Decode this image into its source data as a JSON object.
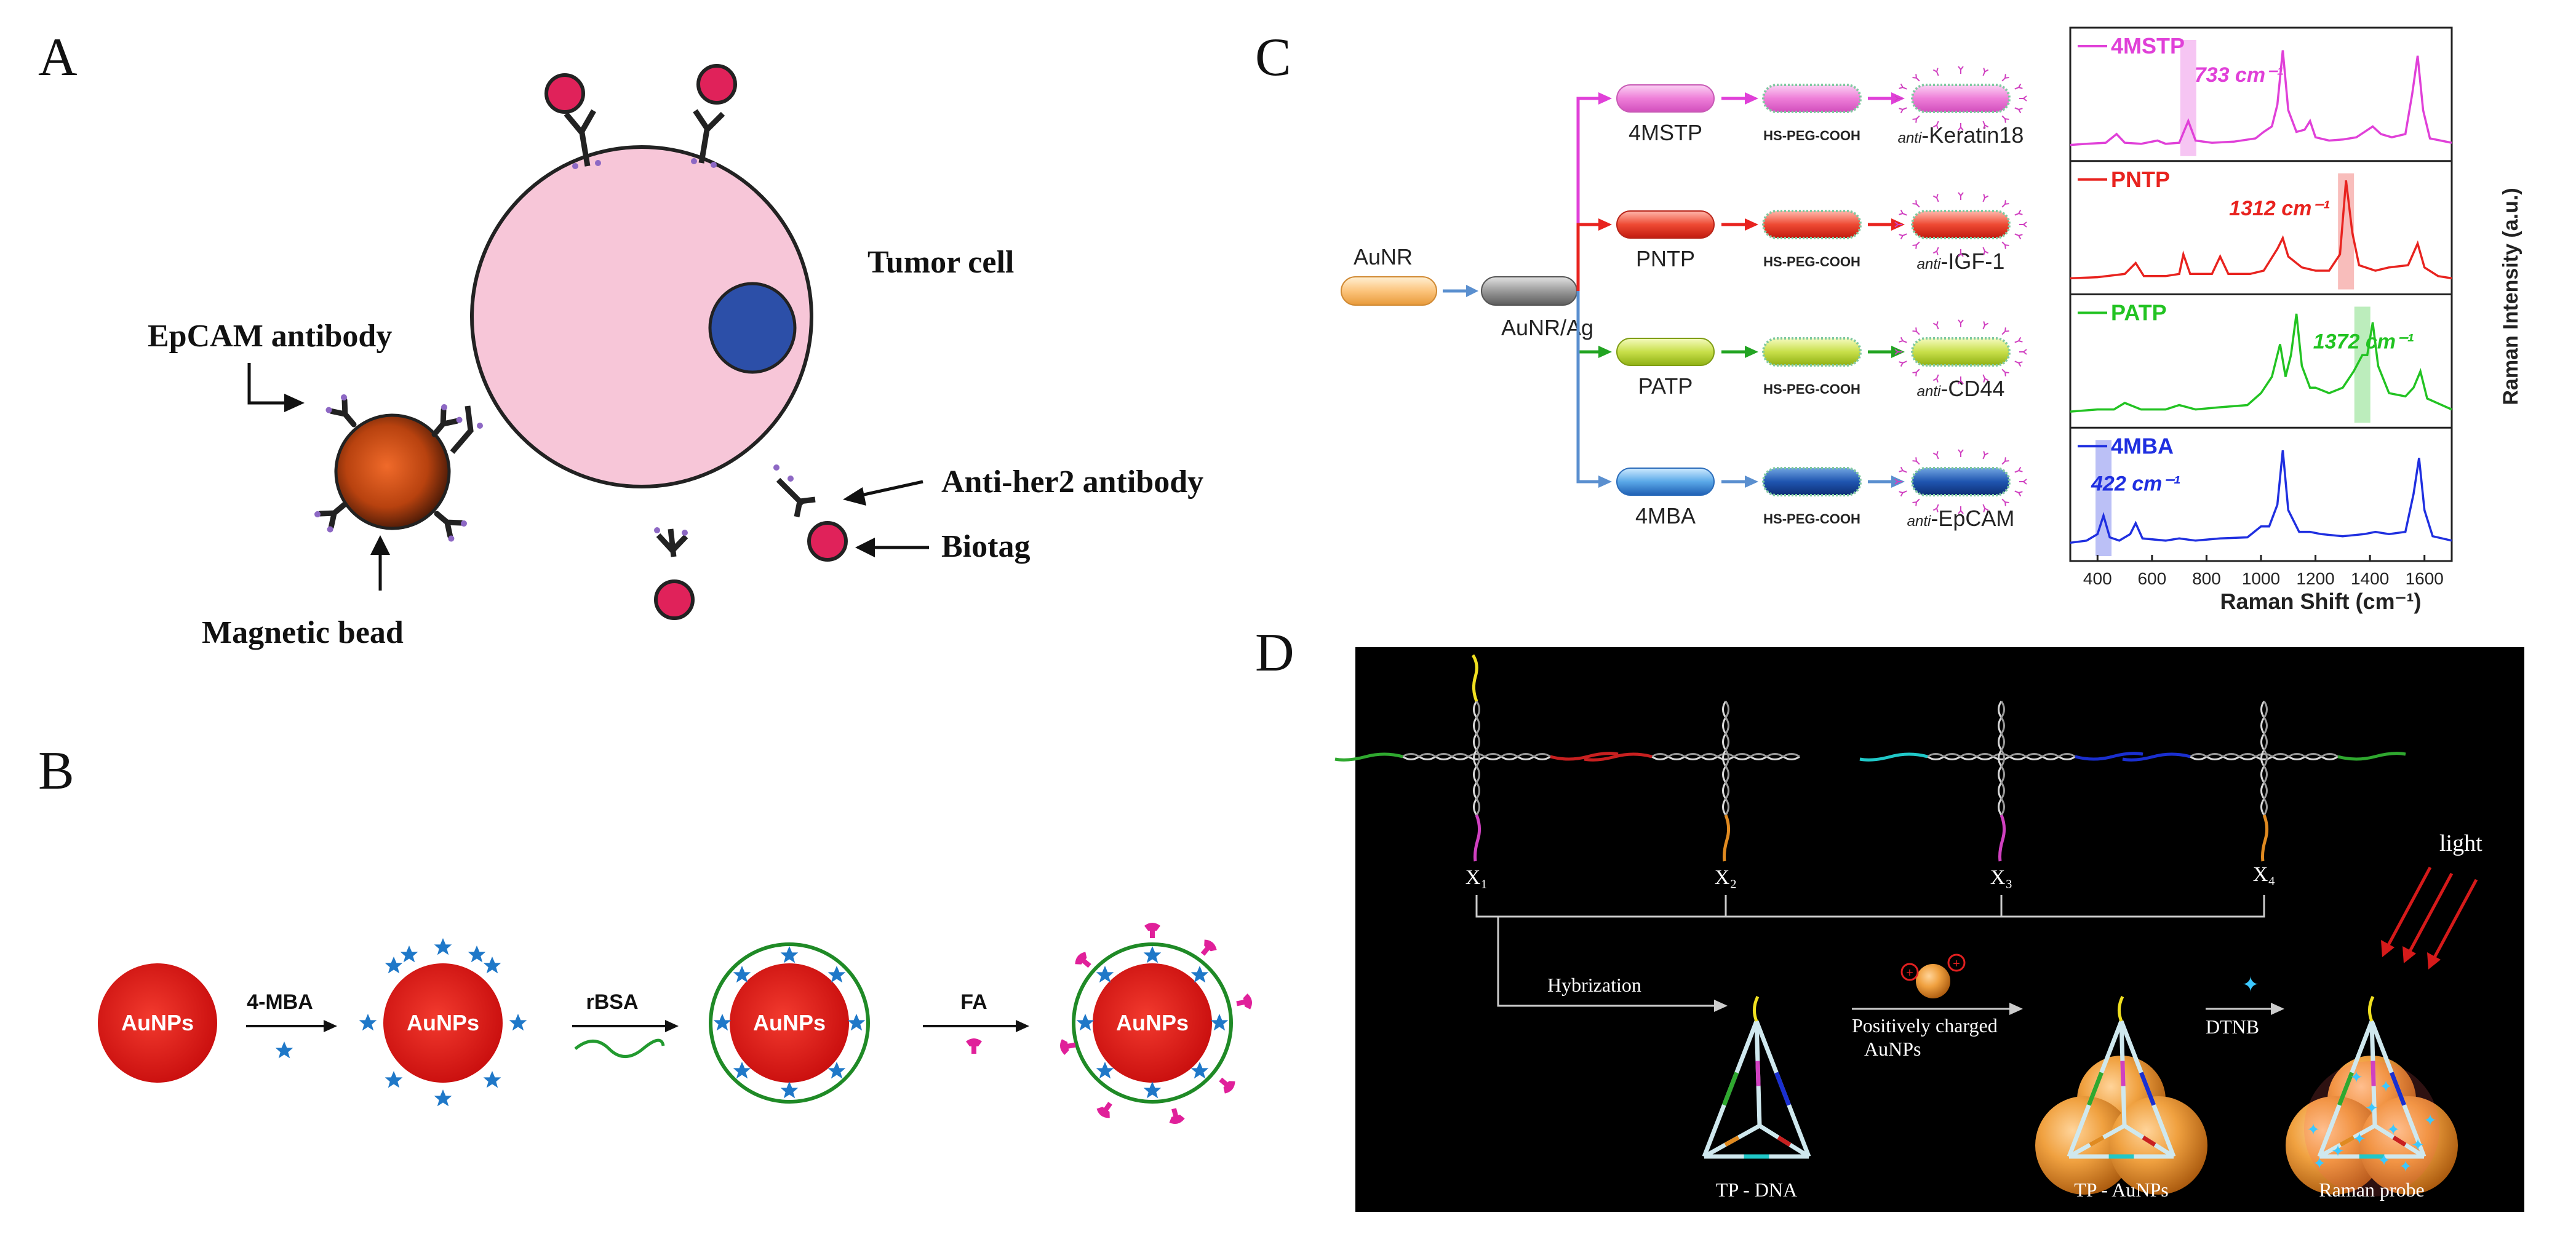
{
  "panels": {
    "a": {
      "letter": "A",
      "tumor_label": "Tumor cell",
      "epcam_label": "EpCAM antibody",
      "her2_label": "Anti-her2 antibody",
      "biotag_label": "Biotag",
      "bead_label": "Magnetic bead"
    },
    "b": {
      "letter": "B",
      "np_label": "AuNPs",
      "steps": [
        "4-MBA",
        "rBSA",
        "FA"
      ]
    },
    "c": {
      "letter": "C",
      "start_label": "AuNR",
      "shell_label": "AuNR/Ag",
      "peg_label": "HS-PEG-COOH",
      "anti_prefix": "anti",
      "rows": [
        {
          "reporter": "4MSTP",
          "target": "-Keratin18",
          "peak": "733 cm⁻¹",
          "color": "#e040d8"
        },
        {
          "reporter": "PNTP",
          "target": "-IGF-1",
          "peak": "1312 cm⁻¹",
          "color": "#e8231f"
        },
        {
          "reporter": "PATP",
          "target": "-CD44",
          "peak": "1372 cm⁻¹",
          "color": "#22c322"
        },
        {
          "reporter": "4MBA",
          "target": "-EpCAM",
          "peak": "422 cm⁻¹",
          "color": "#1f2fe0"
        }
      ],
      "chart_data": {
        "type": "line",
        "xlabel": "Raman Shift (cm⁻¹)",
        "ylabel": "Raman Intensity (a.u.)",
        "xlim": [
          300,
          1700
        ],
        "xticks": [
          "400",
          "600",
          "800",
          "1000",
          "1200",
          "1400",
          "1600"
        ],
        "series": [
          {
            "name": "4MSTP",
            "color": "#e040d8",
            "highlight": 733,
            "points": [
              [
                300,
                0.08
              ],
              [
                360,
                0.09
              ],
              [
                430,
                0.1
              ],
              [
                470,
                0.18
              ],
              [
                500,
                0.1
              ],
              [
                560,
                0.09
              ],
              [
                620,
                0.12
              ],
              [
                650,
                0.09
              ],
              [
                700,
                0.1
              ],
              [
                733,
                0.3
              ],
              [
                760,
                0.12
              ],
              [
                820,
                0.1
              ],
              [
                900,
                0.11
              ],
              [
                980,
                0.14
              ],
              [
                1010,
                0.2
              ],
              [
                1040,
                0.25
              ],
              [
                1060,
                0.45
              ],
              [
                1080,
                0.95
              ],
              [
                1100,
                0.4
              ],
              [
                1130,
                0.2
              ],
              [
                1160,
                0.22
              ],
              [
                1180,
                0.3
              ],
              [
                1200,
                0.15
              ],
              [
                1250,
                0.12
              ],
              [
                1300,
                0.13
              ],
              [
                1350,
                0.15
              ],
              [
                1380,
                0.2
              ],
              [
                1410,
                0.25
              ],
              [
                1440,
                0.18
              ],
              [
                1480,
                0.15
              ],
              [
                1530,
                0.18
              ],
              [
                1555,
                0.55
              ],
              [
                1575,
                0.9
              ],
              [
                1595,
                0.4
              ],
              [
                1620,
                0.14
              ],
              [
                1700,
                0.1
              ]
            ]
          },
          {
            "name": "PNTP",
            "color": "#e8231f",
            "highlight": 1312,
            "points": [
              [
                300,
                0.08
              ],
              [
                400,
                0.09
              ],
              [
                500,
                0.12
              ],
              [
                540,
                0.22
              ],
              [
                570,
                0.1
              ],
              [
                650,
                0.1
              ],
              [
                700,
                0.12
              ],
              [
                715,
                0.3
              ],
              [
                740,
                0.12
              ],
              [
                820,
                0.12
              ],
              [
                850,
                0.28
              ],
              [
                880,
                0.12
              ],
              [
                960,
                0.12
              ],
              [
                1010,
                0.15
              ],
              [
                1060,
                0.35
              ],
              [
                1080,
                0.45
              ],
              [
                1100,
                0.28
              ],
              [
                1150,
                0.18
              ],
              [
                1200,
                0.15
              ],
              [
                1250,
                0.15
              ],
              [
                1290,
                0.3
              ],
              [
                1312,
                0.98
              ],
              [
                1335,
                0.5
              ],
              [
                1360,
                0.2
              ],
              [
                1420,
                0.15
              ],
              [
                1470,
                0.18
              ],
              [
                1540,
                0.2
              ],
              [
                1575,
                0.4
              ],
              [
                1600,
                0.18
              ],
              [
                1650,
                0.1
              ],
              [
                1700,
                0.08
              ]
            ]
          },
          {
            "name": "PATP",
            "color": "#22c322",
            "highlight": 1372,
            "points": [
              [
                300,
                0.08
              ],
              [
                400,
                0.1
              ],
              [
                460,
                0.1
              ],
              [
                500,
                0.16
              ],
              [
                560,
                0.1
              ],
              [
                650,
                0.1
              ],
              [
                700,
                0.14
              ],
              [
                760,
                0.1
              ],
              [
                850,
                0.12
              ],
              [
                950,
                0.14
              ],
              [
                1000,
                0.25
              ],
              [
                1040,
                0.4
              ],
              [
                1070,
                0.7
              ],
              [
                1090,
                0.4
              ],
              [
                1110,
                0.6
              ],
              [
                1130,
                0.98
              ],
              [
                1150,
                0.5
              ],
              [
                1180,
                0.3
              ],
              [
                1200,
                0.3
              ],
              [
                1250,
                0.25
              ],
              [
                1300,
                0.3
              ],
              [
                1340,
                0.45
              ],
              [
                1372,
                0.6
              ],
              [
                1390,
                0.6
              ],
              [
                1410,
                0.9
              ],
              [
                1430,
                0.5
              ],
              [
                1470,
                0.25
              ],
              [
                1530,
                0.22
              ],
              [
                1560,
                0.3
              ],
              [
                1585,
                0.45
              ],
              [
                1610,
                0.2
              ],
              [
                1700,
                0.1
              ]
            ]
          },
          {
            "name": "4MBA",
            "color": "#1f2fe0",
            "highlight": 422,
            "points": [
              [
                300,
                0.1
              ],
              [
                360,
                0.12
              ],
              [
                400,
                0.18
              ],
              [
                422,
                0.35
              ],
              [
                445,
                0.15
              ],
              [
                480,
                0.12
              ],
              [
                520,
                0.18
              ],
              [
                540,
                0.28
              ],
              [
                565,
                0.14
              ],
              [
                650,
                0.12
              ],
              [
                700,
                0.14
              ],
              [
                760,
                0.12
              ],
              [
                850,
                0.14
              ],
              [
                950,
                0.15
              ],
              [
                1000,
                0.25
              ],
              [
                1030,
                0.25
              ],
              [
                1060,
                0.45
              ],
              [
                1080,
                0.95
              ],
              [
                1100,
                0.4
              ],
              [
                1140,
                0.2
              ],
              [
                1180,
                0.2
              ],
              [
                1220,
                0.18
              ],
              [
                1300,
                0.16
              ],
              [
                1380,
                0.18
              ],
              [
                1420,
                0.2
              ],
              [
                1470,
                0.18
              ],
              [
                1530,
                0.2
              ],
              [
                1560,
                0.55
              ],
              [
                1580,
                0.88
              ],
              [
                1600,
                0.4
              ],
              [
                1630,
                0.16
              ],
              [
                1700,
                0.12
              ]
            ]
          }
        ]
      }
    },
    "d": {
      "letter": "D",
      "subscripts": [
        "X₁",
        "X₂",
        "X₃",
        "X₄"
      ],
      "hybrid_label": "Hybrization",
      "pos_label_1": "Positively charged",
      "pos_label_2": "AuNPs",
      "dtnb_label": "DTNB",
      "light_label": "light",
      "bottom_labels": [
        "TP - DNA",
        "TP - AuNPs",
        "Raman probe"
      ]
    }
  }
}
